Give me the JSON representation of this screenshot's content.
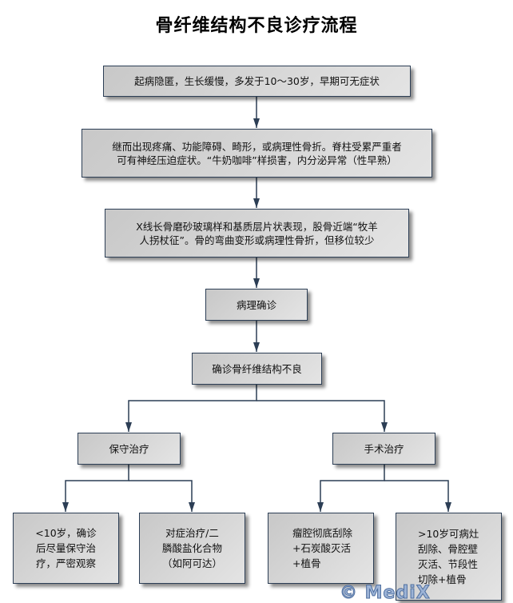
{
  "title": "骨纤维结构不良诊疗流程",
  "nodes": {
    "onset": "起病隐匿，生长缓慢，多发于10～30岁，早期可无症状",
    "symptoms": "继而出现疼痛、功能障碍、畸形，或病理性骨折。脊柱受累严重者可有神经压迫症状。“牛奶咖啡”样损害，内分泌异常（性早熟）",
    "xray": "X线长骨磨砂玻璃样和基质层片状表现，股骨近端“牧羊人拐杖征”。骨的弯曲变形或病理性骨折，但移位较少",
    "pathology": "病理确诊",
    "diagnosis": "确诊骨纤维结构不良",
    "conservative": "保守治疗",
    "surgery": "手术治疗",
    "cons_observe": "<10岁，确诊后尽量保守治疗，严密观察",
    "cons_symptomatic": "对症治疗/二膦酸盐化合物（如阿可达）",
    "surg_curettage": "瘤腔彻底刮除+石炭酸灭活+植骨",
    "surg_resection": ">10岁可病灶刮除、骨腔壁灭活、节段性切除+植骨"
  },
  "lines": {
    "onset": [
      "起病隐匿，生长缓慢，多发于10～30岁，早期可无症状"
    ],
    "symptoms": [
      "继而出现疼痛、功能障碍、畸形，或病理性骨折。脊柱受累严重者",
      "可有神经压迫症状。“牛奶咖啡”样损害，内分泌异常（性早熟）"
    ],
    "xray": [
      "X线长骨磨砂玻璃样和基质层片状表现，股骨近端“牧羊",
      "人拐杖征”。骨的弯曲变形或病理性骨折，但移位较少"
    ],
    "cons_observe": [
      "<10岁，确诊",
      "后尽量保守治",
      "疗，严密观察"
    ],
    "cons_symptomatic": [
      "对症治疗/二",
      "膦酸盐化合物",
      "（如阿可达）"
    ],
    "surg_curettage": [
      "瘤腔彻底刮除",
      "+石炭酸灭活",
      "+植骨"
    ],
    "surg_resection": [
      ">10岁可病灶",
      "刮除、骨腔壁",
      "灭活、节段性",
      "切除+植骨"
    ]
  },
  "watermark": "© MediX",
  "colors": {
    "line": "#2c3e55",
    "box_border": "#2c3e55",
    "box_fill_start": "#c8c8c8",
    "box_fill_end": "#e4e4e4"
  }
}
